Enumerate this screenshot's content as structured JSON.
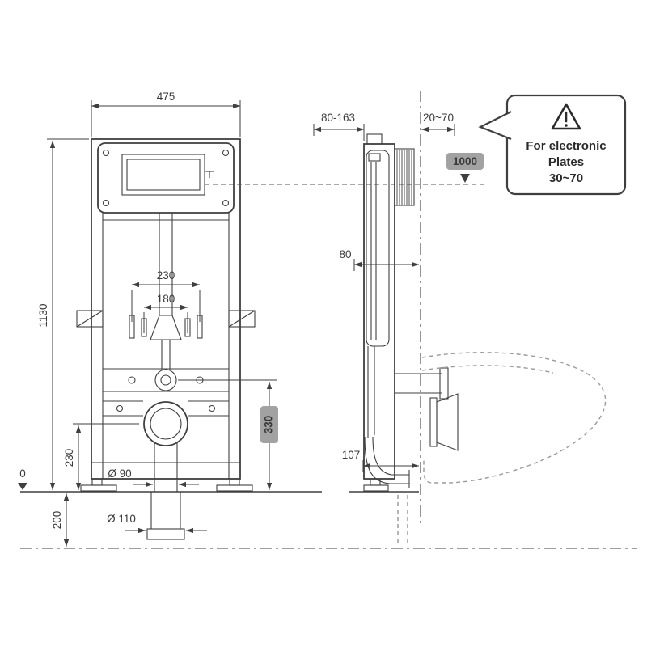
{
  "meta": {
    "description": "Concealed cistern WC frame installation dimensional drawing"
  },
  "colors": {
    "line": "#3f3f3f",
    "badge_bg": "#a2a2a2",
    "badge_text": "#ffffff",
    "bowl_outline": "#9a9a9a"
  },
  "front_view": {
    "width": "475",
    "height": "1130",
    "bolt_spacing_outer": "230",
    "bolt_spacing_inner": "180",
    "flush_outlet_height": "330",
    "drain_height": "230",
    "below_floor_depth": "200",
    "drain_diameter": "Ø 90",
    "waste_pipe_diameter": "Ø 110",
    "floor_level": "0"
  },
  "side_view": {
    "frame_depth_range": "80-163",
    "wall_clearance": "20~70",
    "plate_height": "1000",
    "tank_depth": "80",
    "outlet_distance": "107"
  },
  "callout": {
    "line1": "For electronic",
    "line2": "Plates",
    "line3": "30~70"
  }
}
